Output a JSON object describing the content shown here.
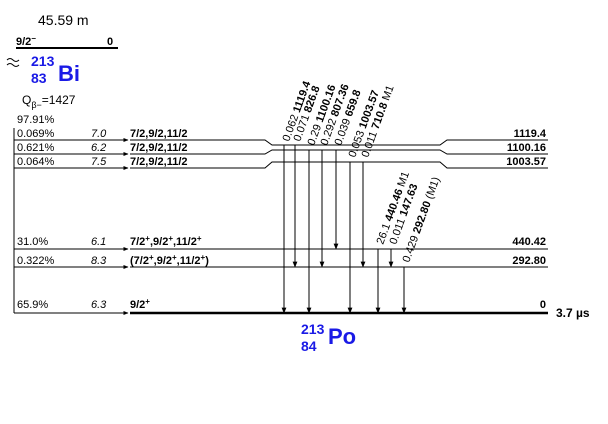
{
  "parent": {
    "half_life": "45.59 m",
    "spin": "9/2",
    "spin_sup": "−",
    "energy": "0",
    "mass": "213",
    "z": "83",
    "symbol": "Bi",
    "qbeta_q": "Q",
    "qbeta_sub": "β−",
    "qbeta_value": "=1427",
    "beta_branch": "97.91%"
  },
  "daughter": {
    "mass": "213",
    "z": "84",
    "symbol": "Po"
  },
  "levels": [
    {
      "feed": "0.069%",
      "logft": "7.0",
      "spin": "7/2,9/2,11/2",
      "spin_parts": [],
      "energy": "1119.4",
      "half_life": ""
    },
    {
      "feed": "0.621%",
      "logft": "6.2",
      "spin": "7/2,9/2,11/2",
      "spin_parts": [],
      "energy": "1100.16",
      "half_life": ""
    },
    {
      "feed": "0.064%",
      "logft": "7.5",
      "spin": "7/2,9/2,11/2",
      "spin_parts": [],
      "energy": "1003.57",
      "half_life": ""
    },
    {
      "feed": "31.0%",
      "logft": "6.1",
      "spin": "",
      "spin_parts": [
        {
          "t": "7/2",
          "sup": false
        },
        {
          "t": "+",
          "sup": true
        },
        {
          "t": ",9/2",
          "sup": false
        },
        {
          "t": "+",
          "sup": true
        },
        {
          "t": ",11/2",
          "sup": false
        },
        {
          "t": "+",
          "sup": true
        }
      ],
      "energy": "440.42",
      "half_life": ""
    },
    {
      "feed": "0.322%",
      "logft": "8.3",
      "spin": "",
      "spin_parts": [
        {
          "t": "(7/2",
          "sup": false
        },
        {
          "t": "+",
          "sup": true
        },
        {
          "t": ",9/2",
          "sup": false
        },
        {
          "t": "+",
          "sup": true
        },
        {
          "t": ",11/2",
          "sup": false
        },
        {
          "t": "+",
          "sup": true
        },
        {
          "t": ")",
          "sup": false
        }
      ],
      "energy": "292.80",
      "half_life": ""
    },
    {
      "feed": "65.9%",
      "logft": "6.3",
      "spin": "",
      "spin_parts": [
        {
          "t": "9/2",
          "sup": false
        },
        {
          "t": "+",
          "sup": true
        }
      ],
      "energy": "0",
      "half_life": "3.7 µs"
    }
  ],
  "gammas": [
    {
      "intensity": "0.062",
      "energy": "1119.4",
      "multipolarity": ""
    },
    {
      "intensity": "0.071",
      "energy": "826.8",
      "multipolarity": ""
    },
    {
      "intensity": "0.29",
      "energy": "1100.16",
      "multipolarity": ""
    },
    {
      "intensity": "0.292",
      "energy": "807.36",
      "multipolarity": ""
    },
    {
      "intensity": "0.039",
      "energy": "659.8",
      "multipolarity": ""
    },
    {
      "intensity": "0.053",
      "energy": "1003.57",
      "multipolarity": ""
    },
    {
      "intensity": "0.011",
      "energy": "710.8",
      "multipolarity": "M1"
    },
    {
      "intensity": "26.1",
      "energy": "440.46",
      "multipolarity": "M1"
    },
    {
      "intensity": "0.011",
      "energy": "147.63",
      "multipolarity": ""
    },
    {
      "intensity": "0.429",
      "energy": "292.80",
      "multipolarity": "(M1)"
    }
  ]
}
